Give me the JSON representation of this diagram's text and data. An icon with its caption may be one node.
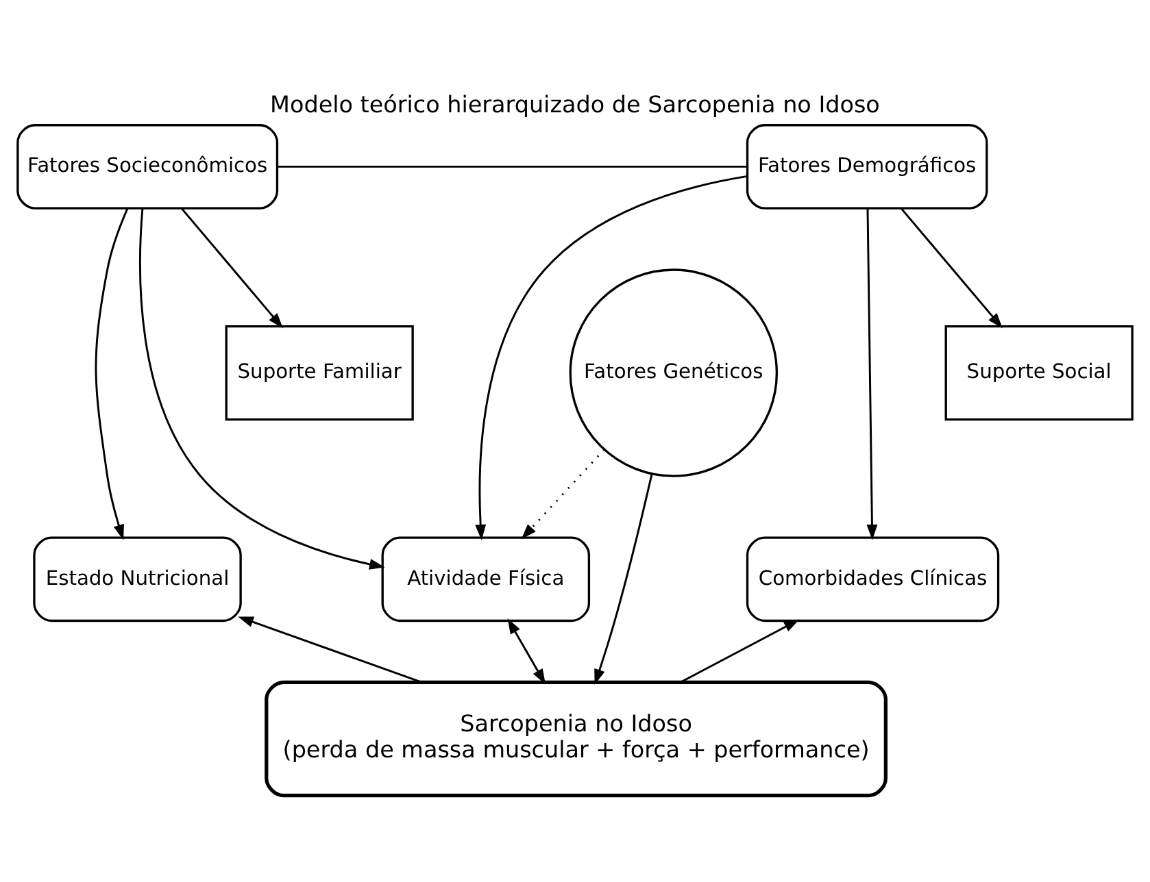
{
  "diagram": {
    "title": "Modelo teórico hierarquizado de Sarcopenia no Idoso",
    "nodes": [
      {
        "text": [
          "Fatores Socieconômicos"
        ]
      },
      {
        "text": [
          "Fatores Demográficos"
        ]
      },
      {
        "text": [
          "Suporte Familiar"
        ]
      },
      {
        "text": [
          "Suporte Social"
        ]
      },
      {
        "text": [
          "Fatores Genéticos"
        ]
      },
      {
        "text": [
          "Estado Nutricional"
        ]
      },
      {
        "text": [
          "Atividade Física"
        ]
      },
      {
        "text": [
          "Comorbidades Clínicas"
        ]
      },
      {
        "text": [
          "Sarcopenia no Idoso",
          "(perda de massa muscular + força + performance)"
        ]
      }
    ],
    "edges": [
      {
        "from": 0,
        "to": 1,
        "arrow": "none"
      },
      {
        "from": 0,
        "to": 2,
        "arrow": "to"
      },
      {
        "from": 1,
        "to": 3,
        "arrow": "to"
      },
      {
        "from": 0,
        "to": 5,
        "arrow": "to"
      },
      {
        "from": 0,
        "to": 6,
        "arrow": "to"
      },
      {
        "from": 1,
        "to": 6,
        "arrow": "to"
      },
      {
        "from": 1,
        "to": 7,
        "arrow": "to"
      },
      {
        "from": 4,
        "to": 6,
        "arrow": "to",
        "style": "dashed"
      },
      {
        "from": 4,
        "to": 8,
        "arrow": "to"
      },
      {
        "from": 8,
        "to": 5,
        "arrow": "to"
      },
      {
        "from": 8,
        "to": 6,
        "arrow": "both"
      },
      {
        "from": 8,
        "to": 7,
        "arrow": "to"
      }
    ]
  }
}
